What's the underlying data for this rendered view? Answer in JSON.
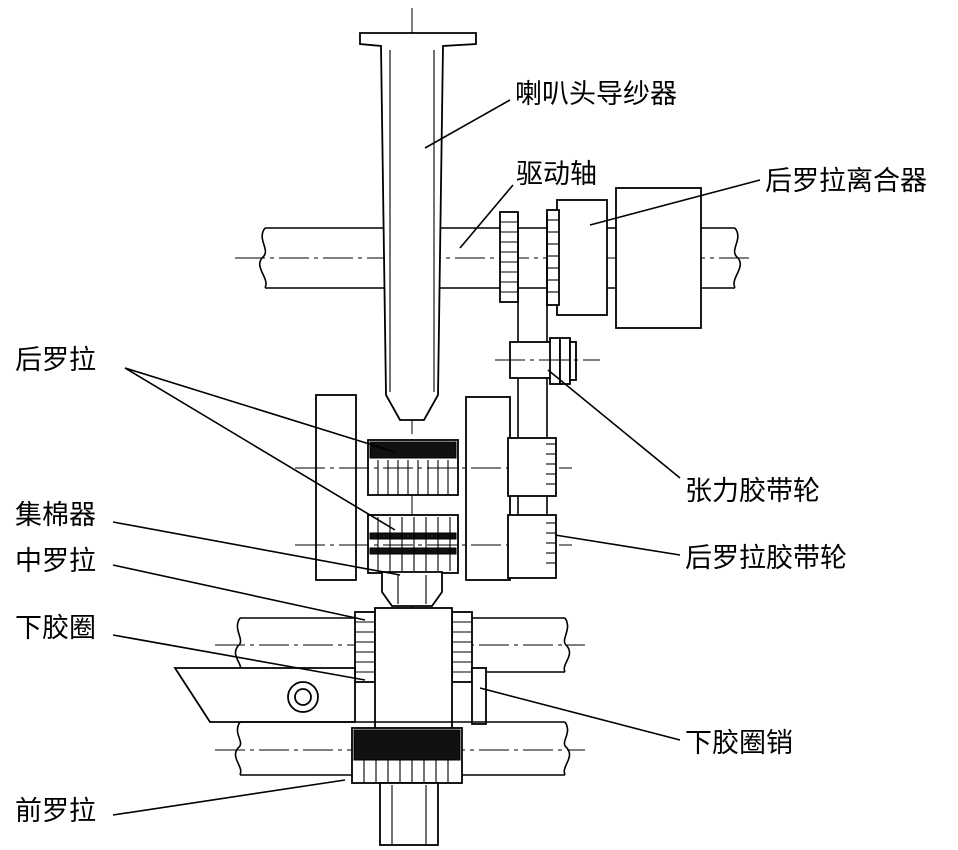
{
  "labels": {
    "trumpet_guide": "喇叭头导纱器",
    "drive_shaft": "驱动轴",
    "back_roller_clutch": "后罗拉离合器",
    "back_roller": "后罗拉",
    "tension_pulley": "张力胶带轮",
    "condenser": "集棉器",
    "back_roller_belt_pulley": "后罗拉胶带轮",
    "middle_roller": "中罗拉",
    "bottom_apron": "下胶圈",
    "bottom_apron_pin": "下胶圈销",
    "front_roller": "前罗拉"
  },
  "colors": {
    "line": "#000000",
    "background": "#ffffff"
  }
}
